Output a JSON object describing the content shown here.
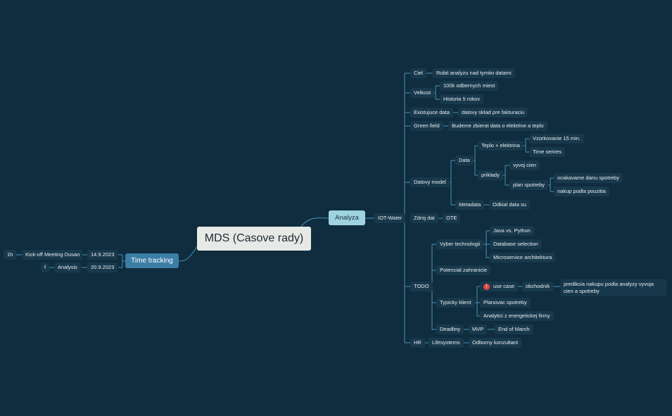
{
  "colors": {
    "background": "#0f2d3f",
    "line": "#4a91b3",
    "root": "#e7e9e6",
    "analyza": "#9fd3e0",
    "time_tracking": "#3b7ea6",
    "leaf": "#18394b"
  },
  "root": "MDS (Casove rady)",
  "analyza": {
    "label": "Analyza",
    "iot": "IOT-Water",
    "ciel": {
      "label": "Ciel",
      "child": "Robit analyzu nad tymito datami"
    },
    "velkost": {
      "label": "Velkost",
      "children": [
        "100k odbernych miest",
        "Historia 5 rokov"
      ]
    },
    "existujuce": {
      "label": "Existujuce data",
      "child": "datovy sklad pre fakturaciu"
    },
    "green": {
      "label": "Green field",
      "child": "Budeme zbierat data o elektrine a teplo"
    },
    "datovy": {
      "label": "Datovy model",
      "data": "Data",
      "teplo": "Teplo + elektrina",
      "teplo_children": [
        "Vzorkovanie 15 min.",
        "Time serires"
      ],
      "priklady": "priklady",
      "vyvoj": "vyvoj cien",
      "plan": "plan spotreby",
      "plan_children": [
        "ocakavame danu spotreby",
        "nakup podla pouzitia"
      ],
      "metadata": "Metadata",
      "metadata_child": "Odkial data su"
    },
    "zdroj": {
      "label": "Zdroj dat",
      "child": "OTE"
    },
    "todo": {
      "label": "TODO",
      "vyber": "Vyber technologii",
      "vyber_children": [
        "Java vs. Python",
        "Database selection",
        "Microservice architektura"
      ],
      "potencial": "Potencial zahranicie",
      "typicky": "Typicky klient",
      "use_case": "use case",
      "use_case_badge": "!",
      "obchodnik": "obchodnik",
      "predikcia": "predikcia nakupu podla analyzy vyvoja cien a spotreby",
      "typicky_children": [
        "Planovac spotreby",
        "Analytici z energetickej firmy"
      ],
      "deadliny": "Deadliny",
      "mvp": "MVP",
      "end": "End of March"
    },
    "hr": {
      "label": "HR",
      "lifesystems": "Lifesystems",
      "konzultant": "Odborny konzultant"
    }
  },
  "time_tracking": {
    "label": "Time tracking",
    "entries": [
      {
        "date": "14.9.2023",
        "task": "Kick-off Meeting Dusan",
        "duration": "1h"
      },
      {
        "date": "20.9.2023",
        "task": "Analysis",
        "duration": "f"
      }
    ]
  }
}
